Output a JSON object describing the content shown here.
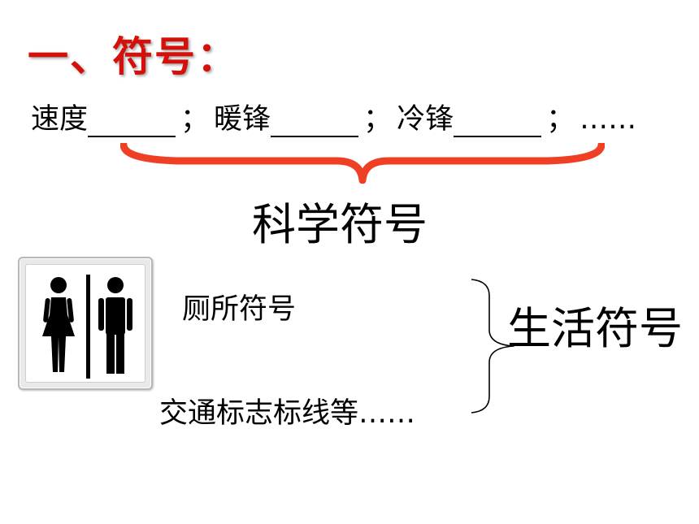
{
  "title": "一、符号：",
  "science_examples": {
    "speed": "速度",
    "warm_front": "暖锋",
    "cold_front": "冷锋",
    "separator": "；",
    "ellipsis": "……"
  },
  "science_label": "科学符号",
  "life_examples": {
    "restroom": "厕所符号",
    "traffic": "交通标志标线等……"
  },
  "life_label": "生活符号",
  "colors": {
    "title": "#d4100a",
    "brace": "#ef3f24",
    "text": "#000000"
  }
}
